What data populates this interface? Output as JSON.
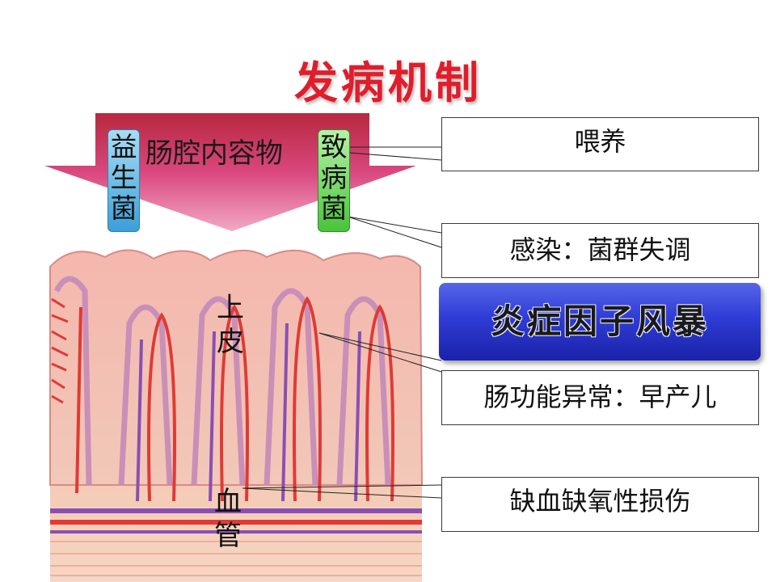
{
  "title": "发病机制",
  "lumen_label": "肠腔内容物",
  "probiotic_label": [
    "益",
    "生",
    "菌"
  ],
  "pathogen_label": [
    "致",
    "病",
    "菌"
  ],
  "epithelium_label": [
    "上",
    "皮"
  ],
  "vessel_label": [
    "血",
    "管"
  ],
  "boxes": {
    "feeding": "喂养",
    "infection": "感染：菌群失调",
    "cytokine_storm": "炎症因子风暴",
    "dysfunction": "肠功能异常：早产儿",
    "ischemia": "缺血缺氧性损伤"
  },
  "colors": {
    "title": "#e21c2a",
    "arrow": "#d6457a",
    "probiotic": "#3b9fd8",
    "pathogen": "#4ac43a",
    "storm": "#2f3cd6",
    "artery": "#e03a34",
    "vein": "#8a4fb3"
  }
}
